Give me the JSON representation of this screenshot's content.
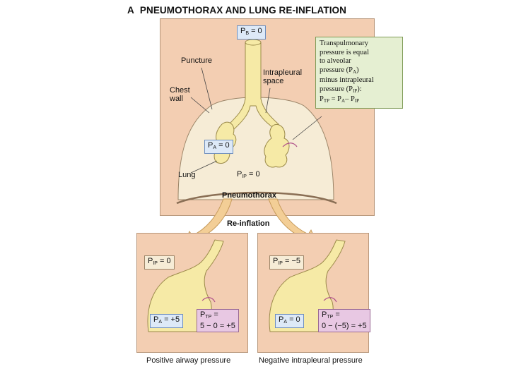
{
  "title": {
    "letter": "A",
    "text": "PNEUMOTHORAX AND LUNG RE-INFLATION"
  },
  "top_panel": {
    "pb_label": {
      "main": "P",
      "sub": "B",
      "rest": " = 0"
    },
    "puncture": "Puncture",
    "chest_wall_1": "Chest",
    "chest_wall_2": "wall",
    "intrapleural_1": "Intrapleural",
    "intrapleural_2": "space",
    "pa_label": {
      "main": "P",
      "sub": "A",
      "rest": " = 0"
    },
    "lung": "Lung",
    "pip_label": {
      "main": "P",
      "sub": "IP",
      "rest": " = 0"
    },
    "pneumothorax": "Pneumothorax"
  },
  "note": {
    "line1": "Transpulmonary",
    "line2": "pressure is equal",
    "line3": "to alveolar",
    "line4a": "pressure (P",
    "line4sub": "A",
    "line4b": ")",
    "line5": "minus intrapleural",
    "line6a": "pressure (P",
    "line6sub": "IP",
    "line6b": "):",
    "line7a": "P",
    "line7sub1": "TP",
    "line7b": " = P",
    "line7sub2": "A",
    "line7c": "– P",
    "line7sub3": "IP"
  },
  "reinflation": "Re-inflation",
  "left_panel": {
    "pip": {
      "main": "P",
      "sub": "IP",
      "rest": " = 0"
    },
    "pa": {
      "main": "P",
      "sub": "A",
      "rest": " = +5"
    },
    "ptp_line1": {
      "main": "P",
      "sub": "TP",
      "rest": " ="
    },
    "ptp_line2": "5 − 0 = +5",
    "caption": "Positive airway pressure"
  },
  "right_panel": {
    "pip": {
      "main": "P",
      "sub": "IP",
      "rest": " = −5"
    },
    "pa": {
      "main": "P",
      "sub": "A",
      "rest": " = 0"
    },
    "ptp_line1": {
      "main": "P",
      "sub": "TP",
      "rest": " ="
    },
    "ptp_line2": "0 − (−5) = +5",
    "caption": "Negative intrapleural pressure"
  },
  "colors": {
    "panel": "#f3ceb2",
    "cavity": "#f6ecd6",
    "lung": "#f6eaa6",
    "arrow": "#f3ce96",
    "blue_box": "#dde9f7",
    "purple_box": "#e8c8e3",
    "note_box": "#e5efd2"
  }
}
